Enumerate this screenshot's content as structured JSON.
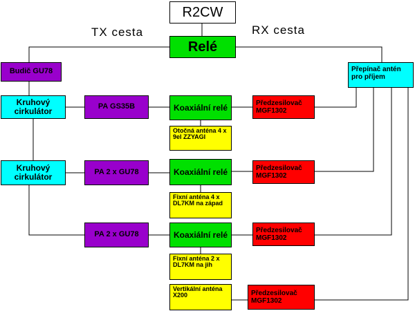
{
  "colors": {
    "purple": "#9900cc",
    "green": "#00e000",
    "red": "#ff0000",
    "cyan": "#00ffff",
    "yellow": "#ffff00",
    "line": "#000000"
  },
  "header": {
    "callsign": "R2CW",
    "tx_label": "TX cesta",
    "rx_label": "RX cesta",
    "main_relay": "Relé"
  },
  "tx_chain": {
    "exciter": "Budič GU78",
    "circulator_1": "Kruhový cirkulátor",
    "circulator_2": "Kruhový cirkulátor",
    "pa_1": "PA GS35B",
    "pa_2": "PA 2 x GU78",
    "pa_3": "PA 2 x GU78"
  },
  "rx_switch": "Přepínač antén pro příjem",
  "coax_relays": [
    "Koaxiální relé",
    "Koaxiální relé",
    "Koaxiální relé"
  ],
  "preamps": [
    "Předzesilovač MGF1302",
    "Předzesilovač MGF1302",
    "Předzesilovač MGF1302",
    "Předzesilovač MGF1302"
  ],
  "antennas": [
    "Otočná anténa 4 x 9el ZZYAGI",
    "Fixní anténa 4 x DL7KM na západ",
    "Fixní anténa 2 x DL7KM na jih",
    "Vertikální anténa X200"
  ]
}
